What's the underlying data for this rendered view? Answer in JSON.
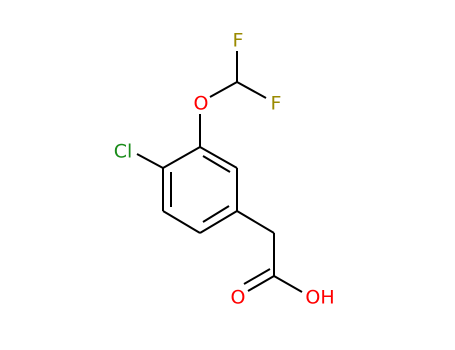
{
  "molecule": {
    "atoms": [
      {
        "id": "F1",
        "label": "F",
        "color": "#9a8a00"
      },
      {
        "id": "F2",
        "label": "F",
        "color": "#9a8a00"
      },
      {
        "id": "O_ether",
        "label": "O",
        "color": "#ff0000"
      },
      {
        "id": "Cl",
        "label": "Cl",
        "color": "#1a8c1a"
      },
      {
        "id": "O_carbonyl",
        "label": "O",
        "color": "#ff0000"
      },
      {
        "id": "OH",
        "label": "OH",
        "color": "#ff0000"
      }
    ]
  }
}
